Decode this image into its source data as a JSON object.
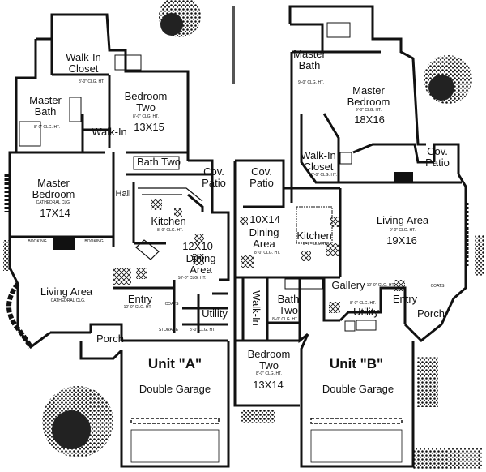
{
  "left": {
    "walk_in_closet": "Walk-In\nCloset",
    "master_bath": "Master\nBath",
    "bedroom_two": "Bedroom\nTwo",
    "bedroom_two_size": "13X15",
    "walk_in": "Walk-In",
    "bath_two": "Bath Two",
    "master_bedroom": "Master\nBedroom",
    "master_bedroom_note": "CATHEDRAL CLG.",
    "master_bedroom_size": "17X14",
    "hall": "Hall",
    "cov_patio": "Cov.\nPatio",
    "kitchen": "Kitchen",
    "dining_size": "12X10",
    "dining": "Dining\nArea",
    "living": "Living Area",
    "living_note": "CATHEDRAL CLG.",
    "entry": "Entry",
    "utility": "Utility",
    "porch": "Porch",
    "coats": "COATS",
    "storage": "STORAGE",
    "booking_left": "BOOKING",
    "booking_right": "BOOKING",
    "unit": "Unit \"A\"",
    "garage": "Double Garage"
  },
  "right": {
    "master_bath": "Master\nBath",
    "master_bedroom": "Master\nBedroom",
    "master_bedroom_size": "18X16",
    "walk_in_closet": "Walk-In\nCloset",
    "cov_patio_right": "Cov.\nPatio",
    "cov_patio_left": "Cov.\nPatio",
    "living": "Living Area",
    "living_size": "19X16",
    "dining_size": "10X14",
    "dining": "Dining\nArea",
    "kitchen": "Kitchen",
    "gallery": "Gallery",
    "walk_in": "Walk-In",
    "bath_two": "Bath\nTwo",
    "utility": "Utility",
    "entry": "Entry",
    "porch": "Porch",
    "coats": "COATS",
    "bedroom_two": "Bedroom\nTwo",
    "bedroom_two_size": "13X14",
    "unit": "Unit \"B\"",
    "garage": "Double Garage"
  },
  "ceiling_notes": {
    "clg_8": "8'-0\" CLG. HT.",
    "clg_9": "9'-0\" CLG. HT.",
    "clg_10": "10'-0\" CLG. HT."
  }
}
